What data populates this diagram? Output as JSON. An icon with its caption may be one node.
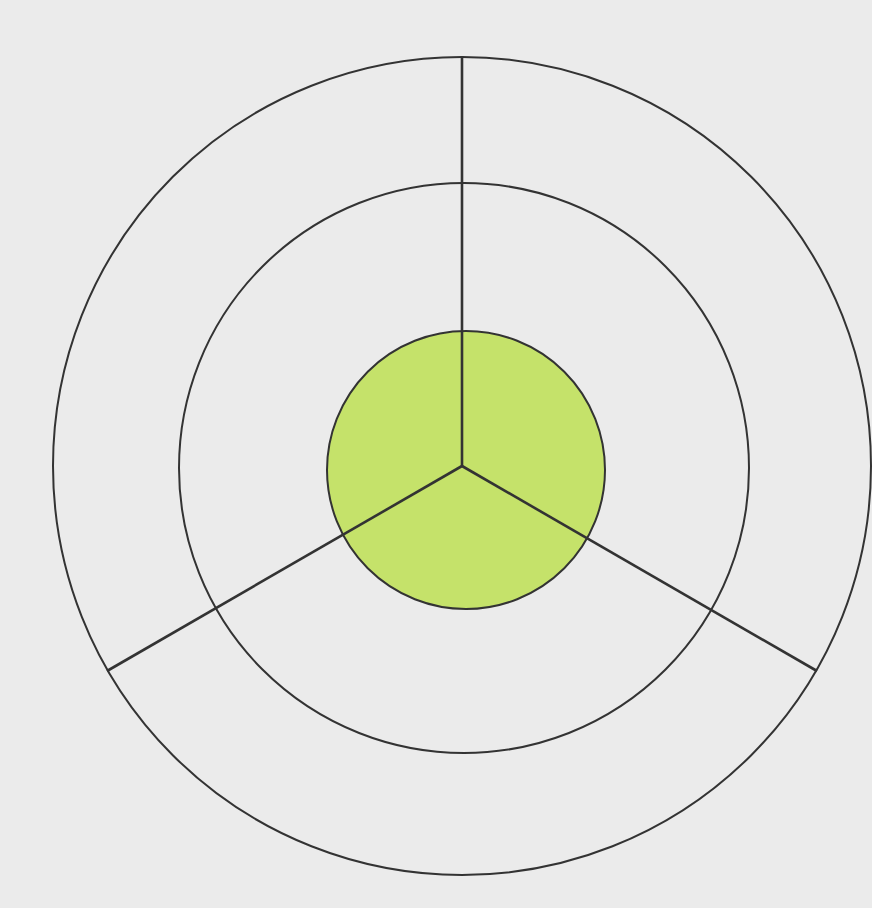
{
  "diagram": {
    "nodes": [
      {
        "text": [],
        "shape": "circle"
      },
      {
        "text": [],
        "shape": "circle",
        "in": 0
      },
      {
        "text": [],
        "shape": "circle",
        "in": 1
      }
    ]
  }
}
